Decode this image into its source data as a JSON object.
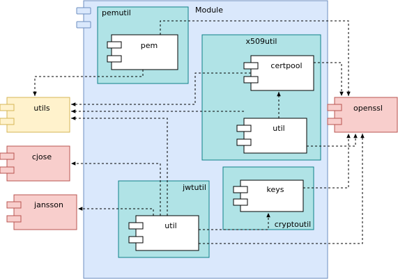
{
  "diagram": {
    "module": {
      "label": "Module"
    },
    "packages": {
      "pemutil": {
        "label": "pemutil"
      },
      "x509util": {
        "label": "x509util"
      },
      "jwtutil": {
        "label": "jwtutil"
      },
      "cryptoutil": {
        "label": "cryptoutil"
      }
    },
    "components": {
      "pem": {
        "label": "pem"
      },
      "certpool": {
        "label": "certpool"
      },
      "x509_util": {
        "label": "util"
      },
      "jwt_util": {
        "label": "util"
      },
      "keys": {
        "label": "keys"
      }
    },
    "external": {
      "utils": {
        "label": "utils"
      },
      "cjose": {
        "label": "cjose"
      },
      "jansson": {
        "label": "jansson"
      },
      "openssl": {
        "label": "openssl"
      }
    },
    "colors": {
      "module_fill": "#dae8fc",
      "module_stroke": "#6c8ebf",
      "package_fill": "#b0e3e6",
      "package_stroke": "#0e8088",
      "utils_fill": "#fff2cc",
      "utils_stroke": "#d6b656",
      "ext_fill": "#f8cecc",
      "ext_stroke": "#b85450"
    }
  }
}
